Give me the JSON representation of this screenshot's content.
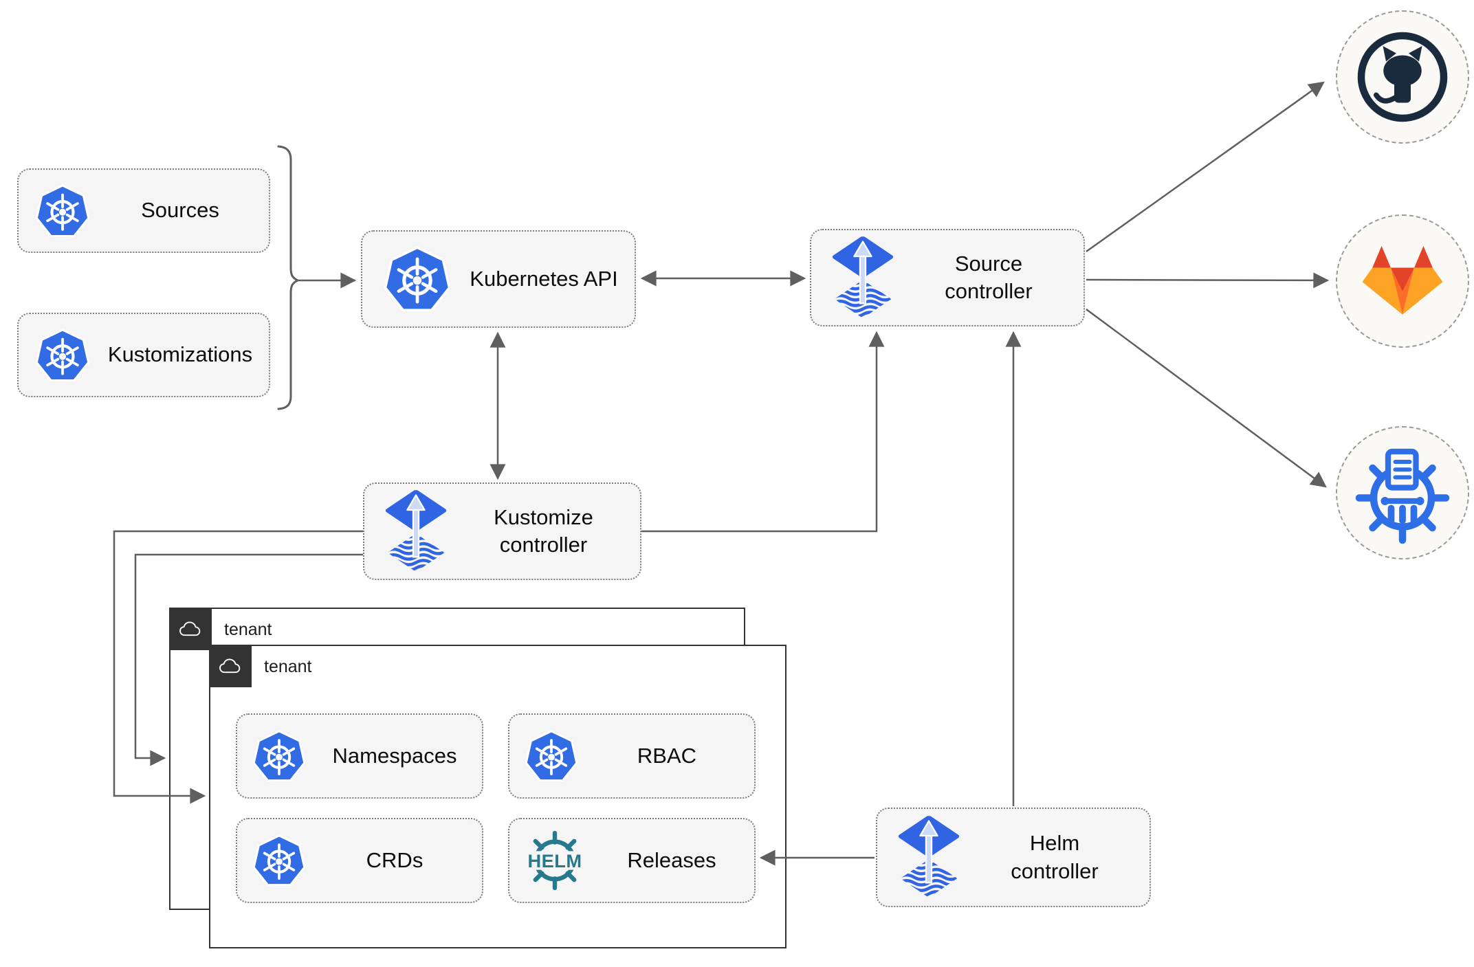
{
  "palette": {
    "node_fill": "#f5f5f5",
    "node_border": "#7a7a7a",
    "connector": "#5f5f5f",
    "kubernetes_blue": "#326ce5",
    "flux_blue": "#3064e3",
    "flux_arrow_light": "#ccdaf5",
    "helm_teal": "#27798e",
    "github_navy": "#1b2b3e",
    "gitlab_red": "#e24329",
    "gitlab_orange": "#fc6d26",
    "gitlab_amber": "#fca326",
    "registry_blue": "#2e6fe8",
    "tenant_border": "#333333",
    "circle_fill": "#faf9f5",
    "circle_border": "#9a9a9a"
  },
  "nodes": {
    "sources": {
      "label": "Sources",
      "icon": "kubernetes-icon"
    },
    "kustomizations": {
      "label": "Kustomizations",
      "icon": "kubernetes-icon"
    },
    "kubernetes_api": {
      "label": "Kubernetes API",
      "icon": "kubernetes-icon"
    },
    "source_controller": {
      "line1": "Source",
      "line2": "controller",
      "icon": "flux-icon"
    },
    "kustomize_controller": {
      "line1": "Kustomize",
      "line2": "controller",
      "icon": "flux-icon"
    },
    "helm_controller": {
      "line1": "Helm",
      "line2": "controller",
      "icon": "flux-icon"
    },
    "tenant_outer": {
      "label": "tenant",
      "icon": "cloud-icon"
    },
    "tenant_inner": {
      "label": "tenant",
      "icon": "cloud-icon"
    },
    "namespaces": {
      "label": "Namespaces",
      "icon": "kubernetes-icon"
    },
    "rbac": {
      "label": "RBAC",
      "icon": "kubernetes-icon"
    },
    "crds": {
      "label": "CRDs",
      "icon": "kubernetes-icon"
    },
    "releases": {
      "label": "Releases",
      "icon": "helm-icon"
    },
    "github": {
      "icon": "github-icon"
    },
    "gitlab": {
      "icon": "gitlab-icon"
    },
    "registry": {
      "icon": "harbor-registry-icon"
    }
  },
  "icons": {
    "helm_logo_text": "HELM"
  },
  "edges": [
    {
      "from": "sources+kustomizations",
      "to": "kubernetes_api",
      "style": "brace-arrow"
    },
    {
      "from": "kubernetes_api",
      "to": "source_controller",
      "style": "bidirectional"
    },
    {
      "from": "kubernetes_api",
      "to": "kustomize_controller",
      "style": "bidirectional"
    },
    {
      "from": "kustomize_controller",
      "to": "source_controller",
      "style": "arrow"
    },
    {
      "from": "helm_controller",
      "to": "source_controller",
      "style": "arrow"
    },
    {
      "from": "helm_controller",
      "to": "releases",
      "style": "arrow"
    },
    {
      "from": "kustomize_controller",
      "to": "tenant_inner",
      "style": "arrow"
    },
    {
      "from": "kustomize_controller",
      "to": "tenant_outer",
      "style": "arrow"
    },
    {
      "from": "source_controller",
      "to": "github",
      "style": "arrow"
    },
    {
      "from": "source_controller",
      "to": "gitlab",
      "style": "arrow"
    },
    {
      "from": "source_controller",
      "to": "registry",
      "style": "arrow"
    }
  ]
}
